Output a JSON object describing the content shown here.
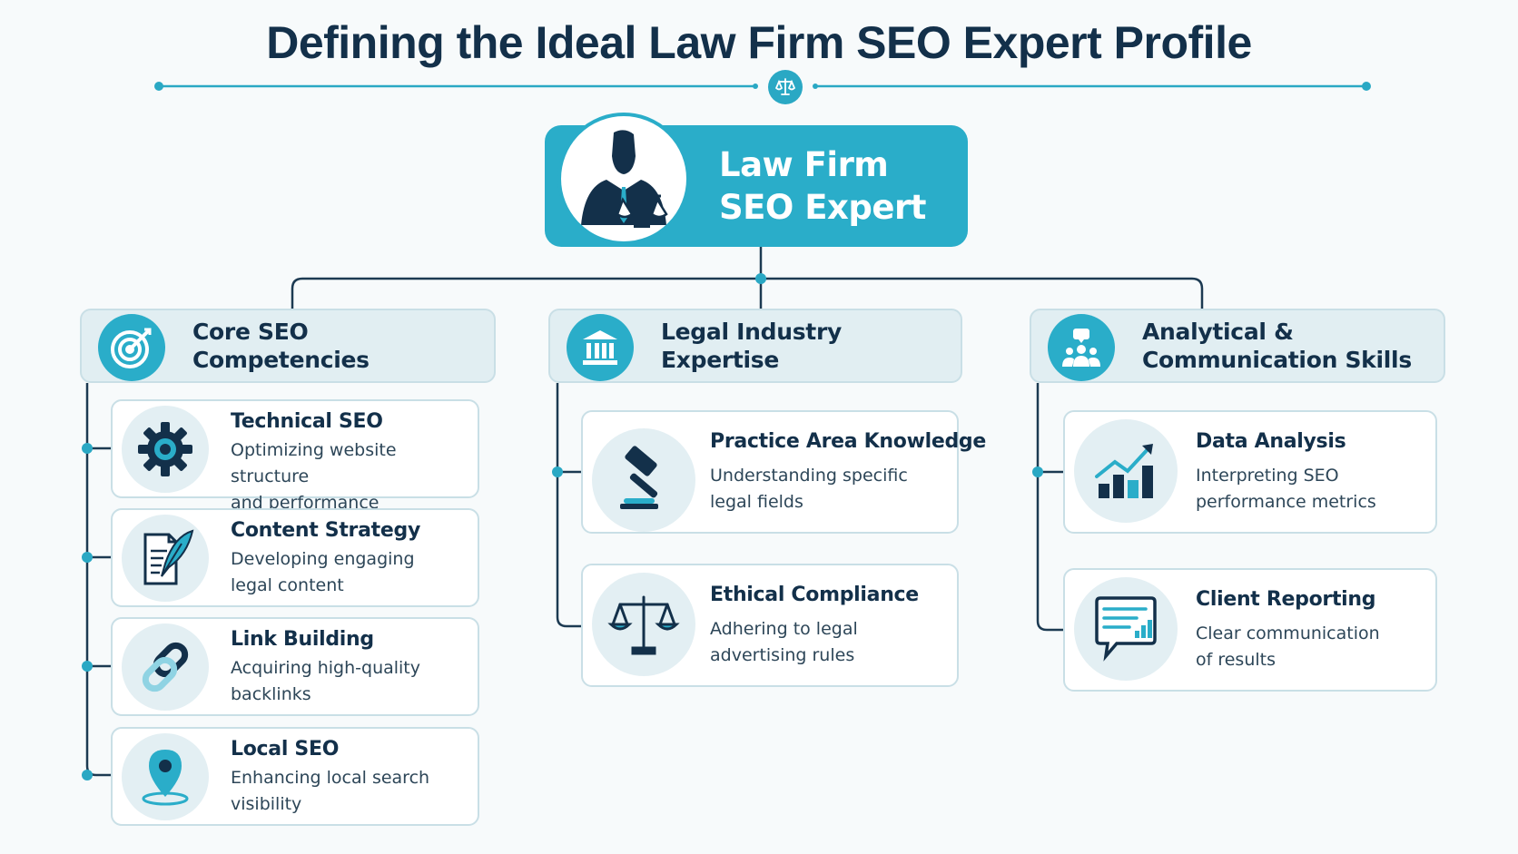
{
  "title": "Defining the Ideal Law Firm SEO Expert Profile",
  "hero": {
    "line1": "Law Firm",
    "line2": "SEO Expert",
    "icon": "lawyer-with-scales-icon"
  },
  "columns": [
    {
      "label": "Core SEO Competencies",
      "icon": "target-icon",
      "items": [
        {
          "title": "Technical SEO",
          "desc1": "Optimizing website structure",
          "desc2": "and performance",
          "icon": "gear-icon"
        },
        {
          "title": "Content Strategy",
          "desc1": "Developing engaging",
          "desc2": "legal content",
          "icon": "document-quill-icon"
        },
        {
          "title": "Link Building",
          "desc1": "Acquiring high-quality",
          "desc2": "backlinks",
          "icon": "chain-link-icon"
        },
        {
          "title": "Local SEO",
          "desc1": "Enhancing local search",
          "desc2": "visibility",
          "icon": "map-pin-icon"
        }
      ]
    },
    {
      "label": "Legal Industry Expertise",
      "icon": "courthouse-icon",
      "items": [
        {
          "title": "Practice Area Knowledge",
          "desc1": "Understanding specific",
          "desc2": "legal fields",
          "icon": "gavel-icon"
        },
        {
          "title": "Ethical Compliance",
          "desc1": "Adhering to legal",
          "desc2": "advertising rules",
          "icon": "scales-icon"
        }
      ]
    },
    {
      "label_line1": "Analytical &",
      "label_line2": "Communication Skills",
      "icon": "team-chat-icon",
      "items": [
        {
          "title": "Data Analysis",
          "desc1": "Interpreting SEO",
          "desc2": "performance metrics",
          "icon": "bar-chart-trend-icon"
        },
        {
          "title": "Client Reporting",
          "desc1": "Clear communication",
          "desc2": "of results",
          "icon": "report-chat-icon"
        }
      ]
    }
  ],
  "colors": {
    "navy": "#13304a",
    "teal": "#2aadc9",
    "card_border": "#c9dfe6",
    "head_bg": "#e1eef2"
  }
}
